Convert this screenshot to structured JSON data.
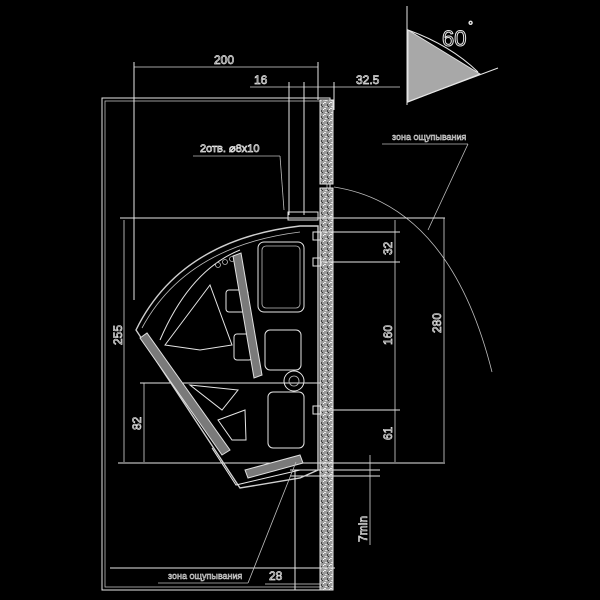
{
  "drawing": {
    "angle_label": "60",
    "angle_unit": "°",
    "dimensions": {
      "top_width": "200",
      "top_offset": "16",
      "wall_offset": "32.5",
      "left_height": "255",
      "left_lower": "82",
      "right_upper": "32",
      "right_middle": "160",
      "right_lower": "61",
      "right_total": "280",
      "min_gap": "7min",
      "bottom_offset": "28"
    },
    "annotations": {
      "holes": "2отв. ⌀8x10",
      "zone_top": "зона ощупывания",
      "zone_bottom": "зона ощупывания"
    },
    "colors": {
      "background": "#000000",
      "line": "#e6e6e6",
      "angle_fill": "#a8a8a8",
      "seal_fill": "#7a7a7a"
    }
  }
}
